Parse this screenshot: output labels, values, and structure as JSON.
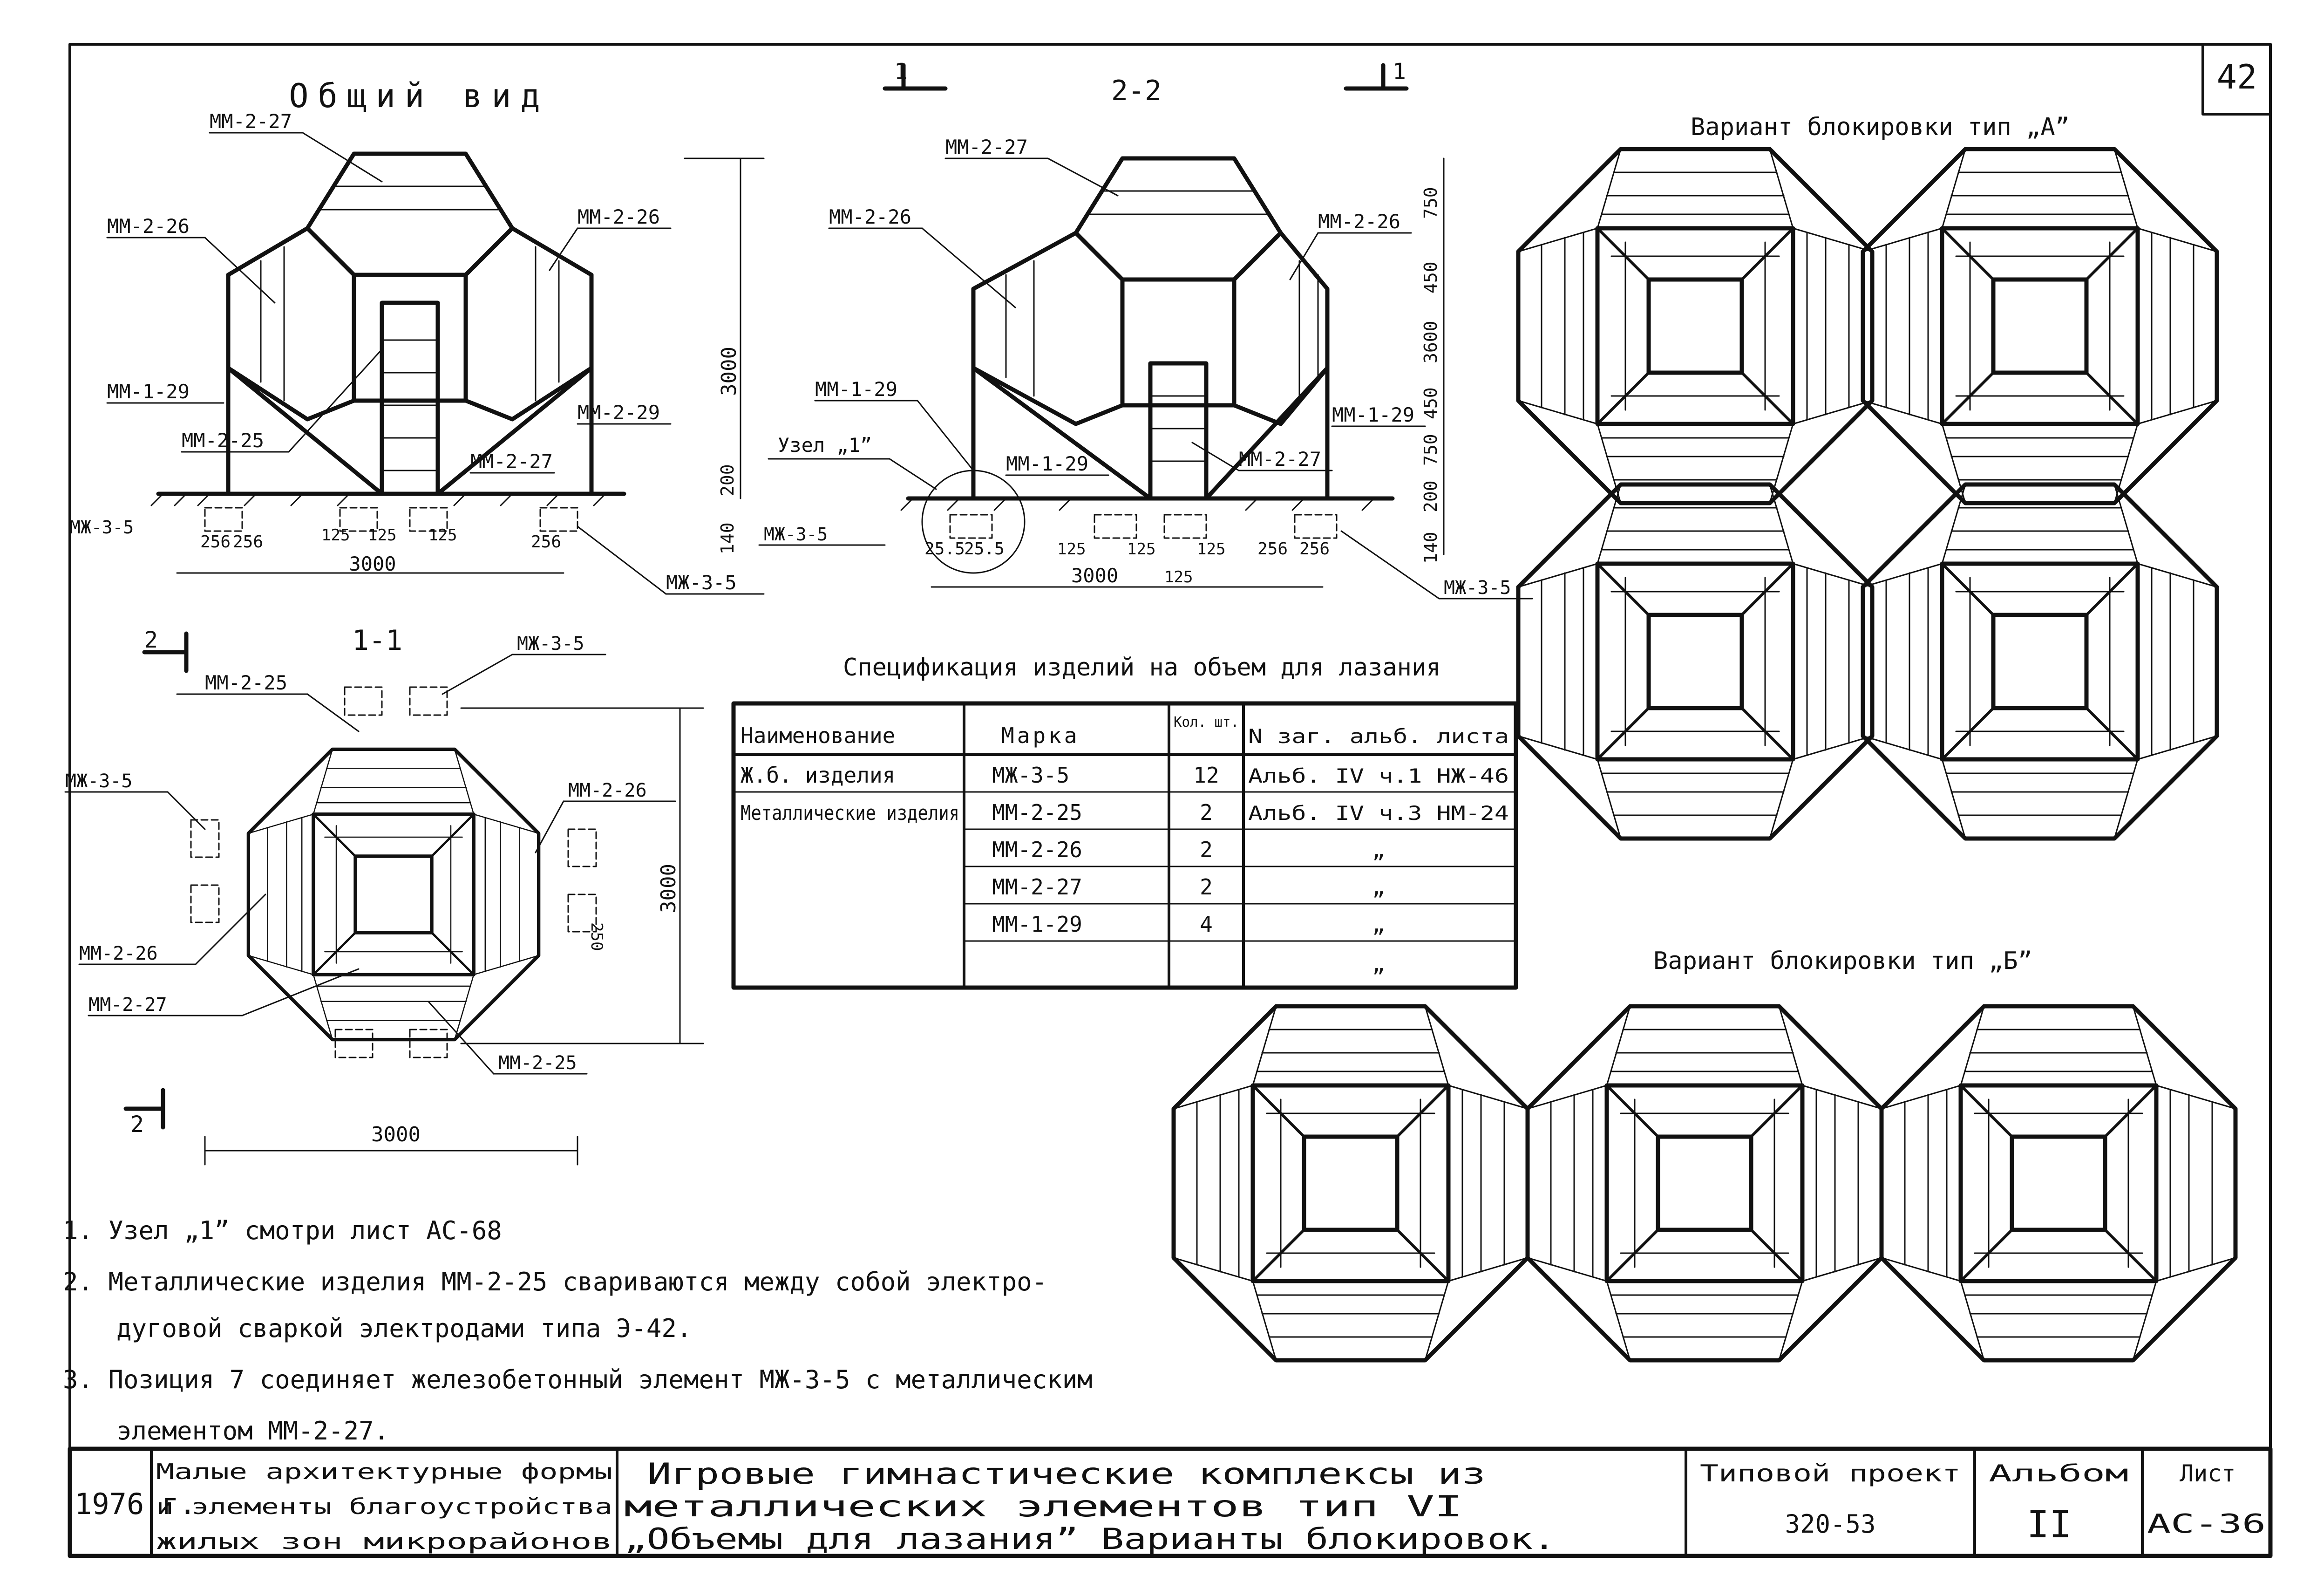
{
  "sheet_number": "42",
  "views": {
    "general": {
      "title": "Общий вид"
    },
    "section22": {
      "title": "2-2",
      "cut_left": "1",
      "cut_right": "1"
    },
    "section11": {
      "title": "1-1",
      "cut_top": "2",
      "cut_bottom": "2"
    },
    "block_a": {
      "title": "Вариант блокировки тип „А”"
    },
    "block_b": {
      "title": "Вариант блокировки тип „Б”"
    }
  },
  "callouts": {
    "mm227": "ММ-2-27",
    "mm226": "ММ-2-26",
    "mm225": "ММ-2-25",
    "mm129": "ММ-1-29",
    "mm229": "ММ-2-29",
    "mzh35": "МЖ-3-5",
    "uzel1": "Узел „1”"
  },
  "dimensions": {
    "d3000": "3000",
    "d200": "200",
    "d140": "140",
    "d750": "750",
    "d450": "450",
    "d3600": "3600",
    "d256": "256",
    "d125": "125",
    "d255": "25.5",
    "d250": "250"
  },
  "specification": {
    "title": "Спецификация изделий на объем для лазания",
    "headers": [
      "Наименование",
      "Марка",
      "Кол. шт.",
      "N заг. альб. листа"
    ],
    "rows": [
      [
        "Ж.б. изделия",
        "МЖ-3-5",
        "12",
        "Альб. IV ч.1 НЖ-46"
      ],
      [
        "Металлические изделия",
        "ММ-2-25",
        "2",
        "Альб. IV ч.3 НМ-24"
      ],
      [
        "",
        "ММ-2-26",
        "2",
        "„"
      ],
      [
        "",
        "ММ-2-27",
        "2",
        "„"
      ],
      [
        "",
        "ММ-1-29",
        "4",
        "„"
      ],
      [
        "",
        "",
        "",
        "„"
      ]
    ]
  },
  "notes": [
    "1. Узел „1” смотри лист АС-68",
    "2. Металлические изделия ММ-2-25 свариваются между собой электро-",
    "дуговой сваркой электродами типа Э-42.",
    "3. Позиция 7 соединяет железобетонный элемент МЖ-3-5 с металлическим",
    "элементом ММ-2-27."
  ],
  "title_block": {
    "year": "1976 г.",
    "series": [
      "Малые архитектурные формы",
      "и элементы благоустройства",
      "жилых зон микрорайонов"
    ],
    "title": [
      "Игровые гимнастические комплексы из",
      "металлических элементов тип VI",
      "„Объемы для лазания” Варианты блокировок."
    ],
    "project_label": "Типовой проект",
    "project_number": "320-53",
    "album_label": "Альбом",
    "album_number": "II",
    "sheet_label": "Лист",
    "sheet_code": "АС-36"
  }
}
